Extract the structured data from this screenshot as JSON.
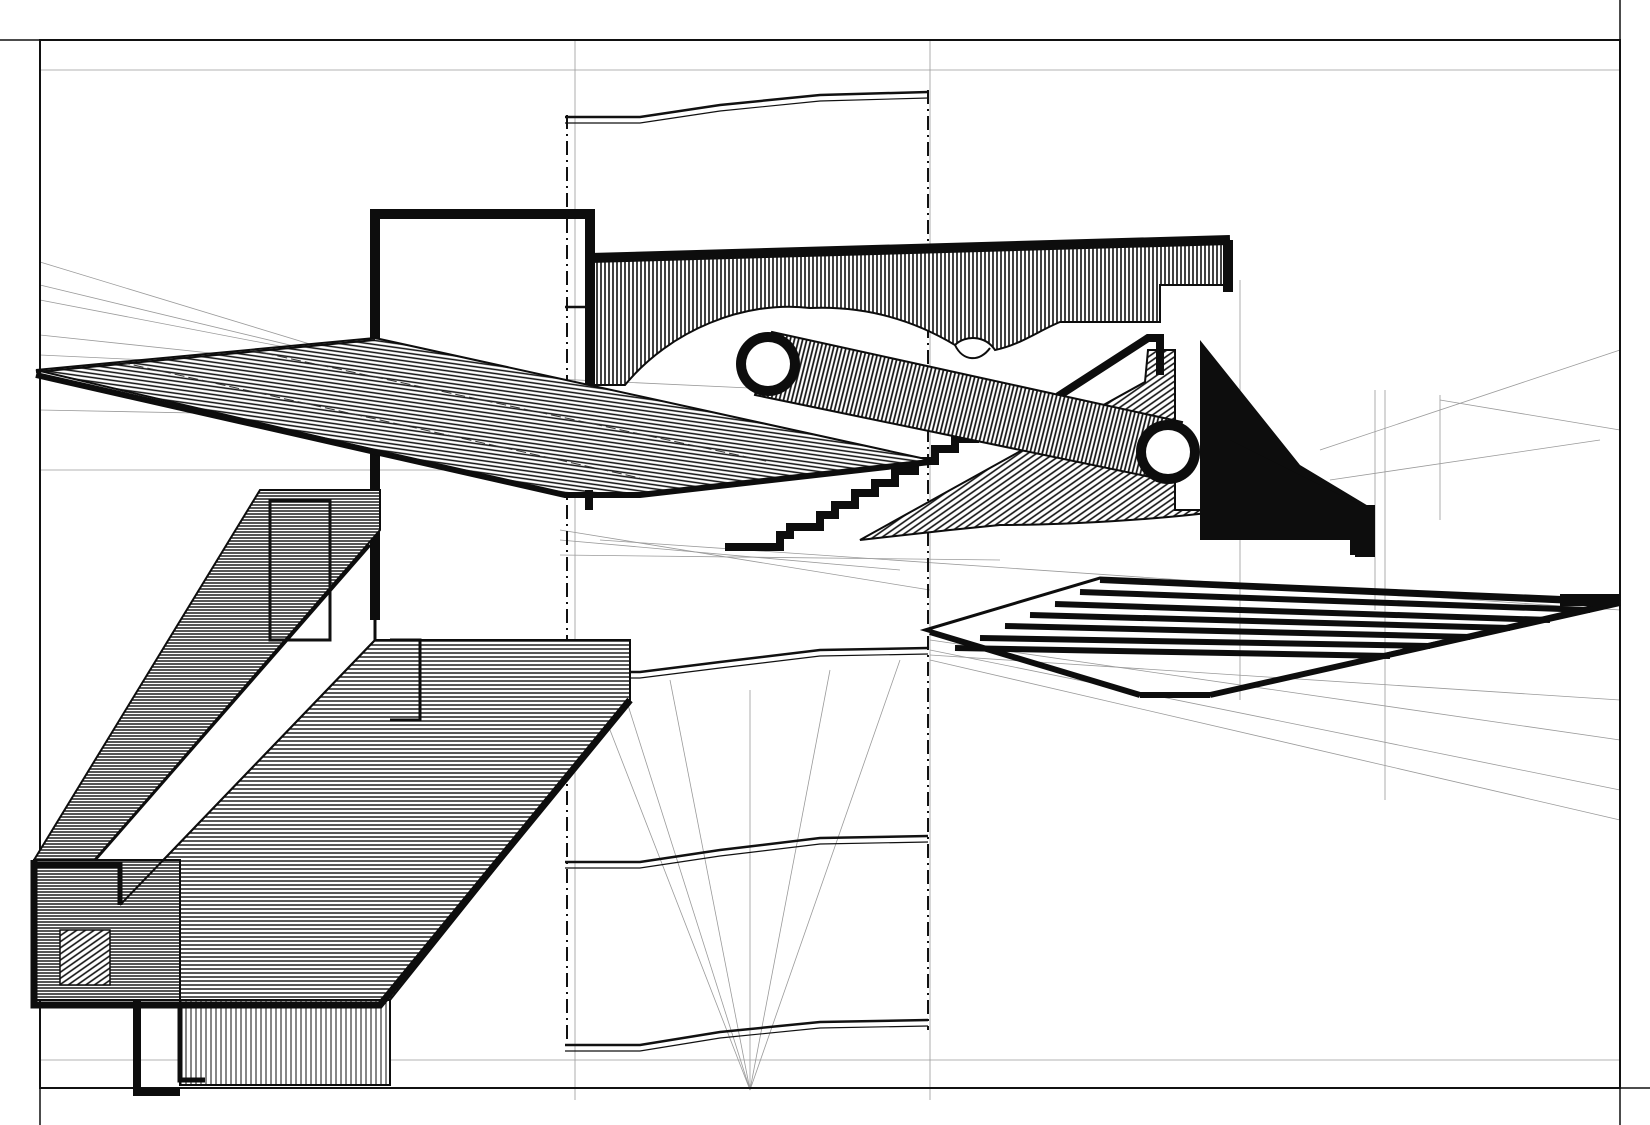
{
  "drawing": {
    "medium": "ink",
    "palette": {
      "ink": "#0d0d0d",
      "pencil": "#9a9a9a",
      "paper": "#ffffff"
    },
    "elements": [
      "drawing-frame",
      "pencil-construction-lines",
      "tower-volume",
      "hatched-bridge-section",
      "cylindrical-tube",
      "stepped-stair-wedge",
      "tilted-roof-plane",
      "dash-dot-axis-band",
      "wavy-section-lines",
      "cantilevered-slab-assembly",
      "striped-floating-plane"
    ]
  }
}
